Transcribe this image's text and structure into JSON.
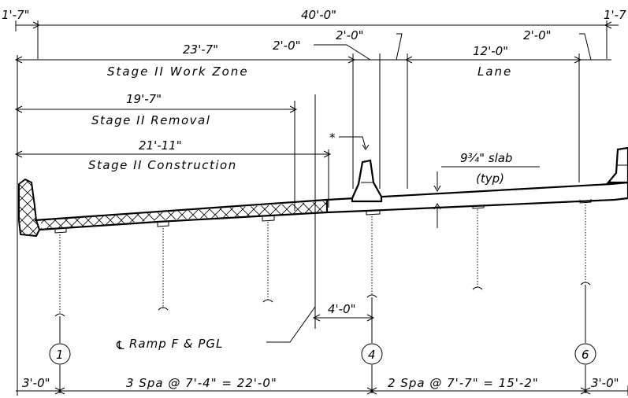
{
  "dims": {
    "left_overhang": "1'-7\"",
    "total_width": "40'-0\"",
    "right_overhang": "1'-7",
    "work_zone_len": "23'-7\"",
    "barrier_gap_a": "2'-0\"",
    "barrier_gap_b": "2'-0\"",
    "lane_len": "12'-0\"",
    "right_gap": "2'-0\"",
    "removal_len": "19'-7\"",
    "construction_len": "21'-11\"",
    "slab_thickness": "9¾\" slab",
    "slab_typ": "(typ)",
    "cl_offset": "4'-0\"",
    "left_end": "3'-0\"",
    "spans_left": "3 Spa @ 7'-4\" = 22'-0\"",
    "spans_right": "2 Spa @ 7'-7\" = 15'-2\"",
    "right_end": "3'-0\""
  },
  "labels": {
    "work_zone": "Stage II Work Zone",
    "lane": "Lane",
    "removal": "Stage II Removal",
    "construction": "Stage II Construction",
    "asterisk": "*",
    "centerline_symbol": "℄",
    "centerline": "Ramp F & PGL"
  },
  "piers": [
    "1",
    "4",
    "6"
  ]
}
